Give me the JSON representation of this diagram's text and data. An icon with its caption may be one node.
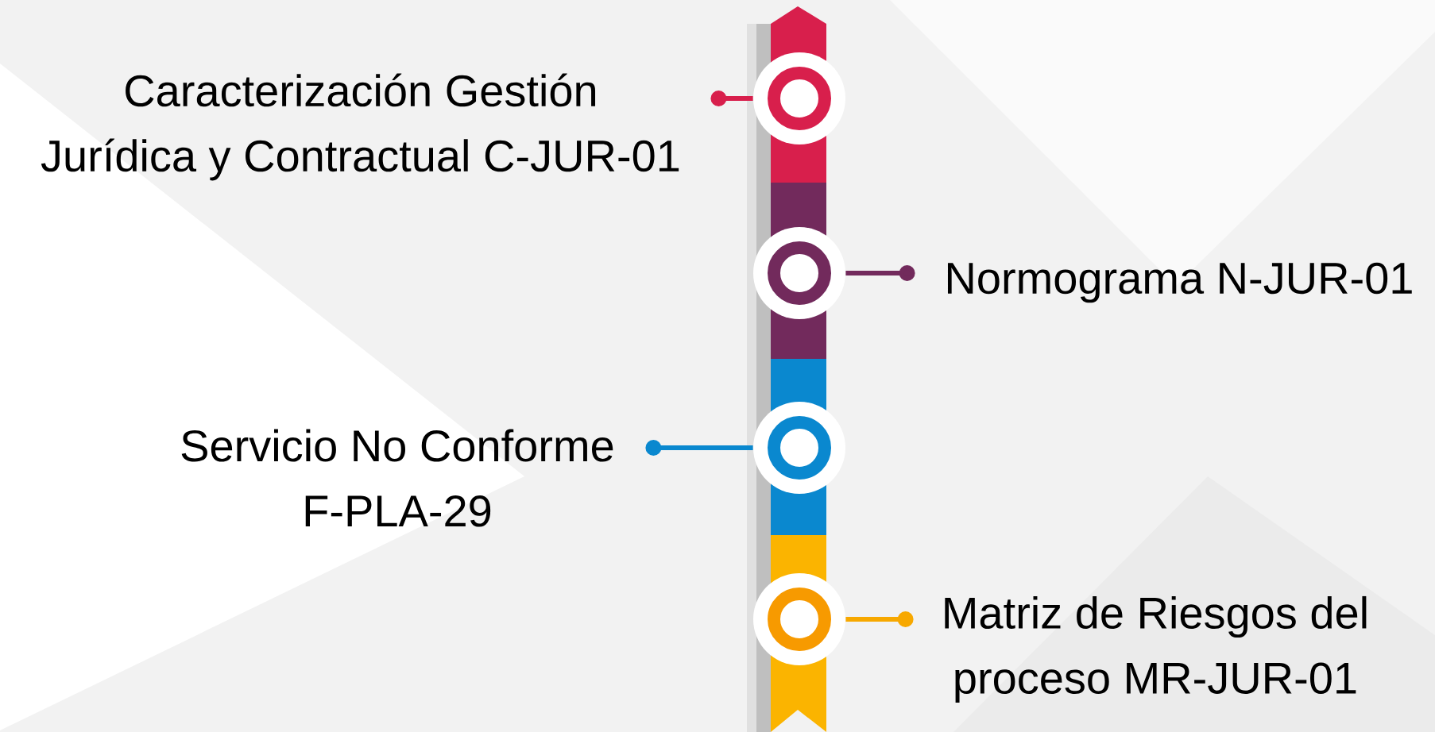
{
  "diagram": {
    "nodes": [
      {
        "text": [
          "Caracterización Gestión Jurídica y Contractual C-JUR-01"
        ]
      },
      {
        "text": [
          "Normograma N-JUR-01"
        ]
      },
      {
        "text": [
          "Servicio No Conforme F-PLA-29"
        ]
      },
      {
        "text": [
          "Matriz de Riesgos del proceso MR-JUR-01"
        ]
      },
      {
        "text": [],
        "shape": "circle"
      },
      {
        "text": [],
        "shape": "circle"
      },
      {
        "text": [],
        "shape": "circle"
      },
      {
        "text": [],
        "shape": "circle"
      }
    ],
    "edges": [
      {
        "from": 4,
        "to": 0,
        "arrow": "other",
        "color": "#d81f4c"
      },
      {
        "from": 5,
        "to": 1,
        "arrow": "other",
        "color": "#722a5c"
      },
      {
        "from": 6,
        "to": 2,
        "arrow": "other",
        "color": "#0a88cf"
      },
      {
        "from": 7,
        "to": 3,
        "arrow": "other",
        "color": "#f7a800"
      }
    ]
  }
}
